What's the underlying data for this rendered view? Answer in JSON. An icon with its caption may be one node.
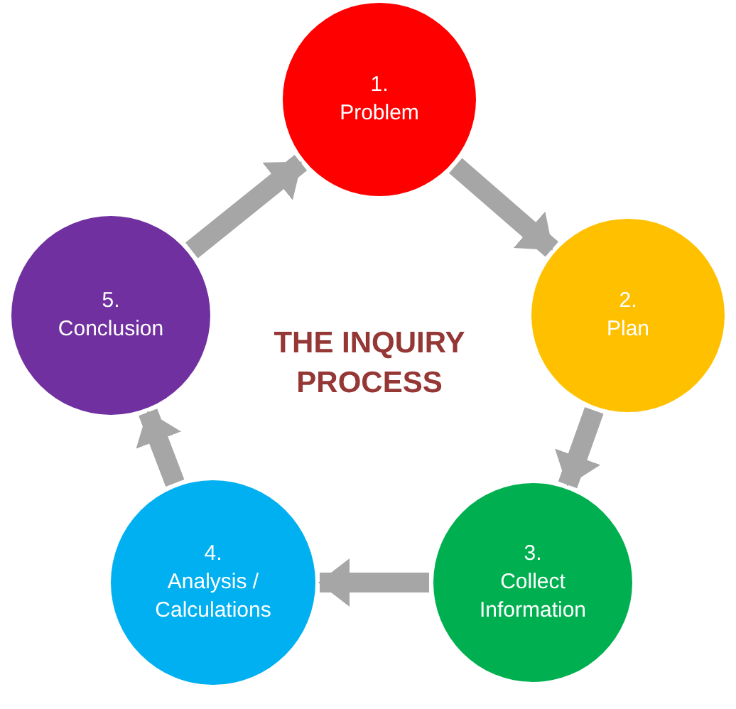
{
  "diagram": {
    "title": "THE INQUIRY PROCESS",
    "nodes": [
      {
        "text": [
          "1.",
          "Problem"
        ]
      },
      {
        "text": [
          "2.",
          "Plan"
        ]
      },
      {
        "text": [
          "3.",
          "Collect Information"
        ]
      },
      {
        "text": [
          "4.",
          "Analysis / Calculations"
        ]
      },
      {
        "text": [
          "5.",
          "Conclusion"
        ]
      }
    ],
    "edges": [
      {
        "from": 0,
        "to": 1,
        "arrow": "to"
      },
      {
        "from": 1,
        "to": 2,
        "arrow": "to"
      },
      {
        "from": 2,
        "to": 3,
        "arrow": "to"
      },
      {
        "from": 3,
        "to": 4,
        "arrow": "to"
      },
      {
        "from": 4,
        "to": 0,
        "arrow": "to"
      }
    ]
  }
}
